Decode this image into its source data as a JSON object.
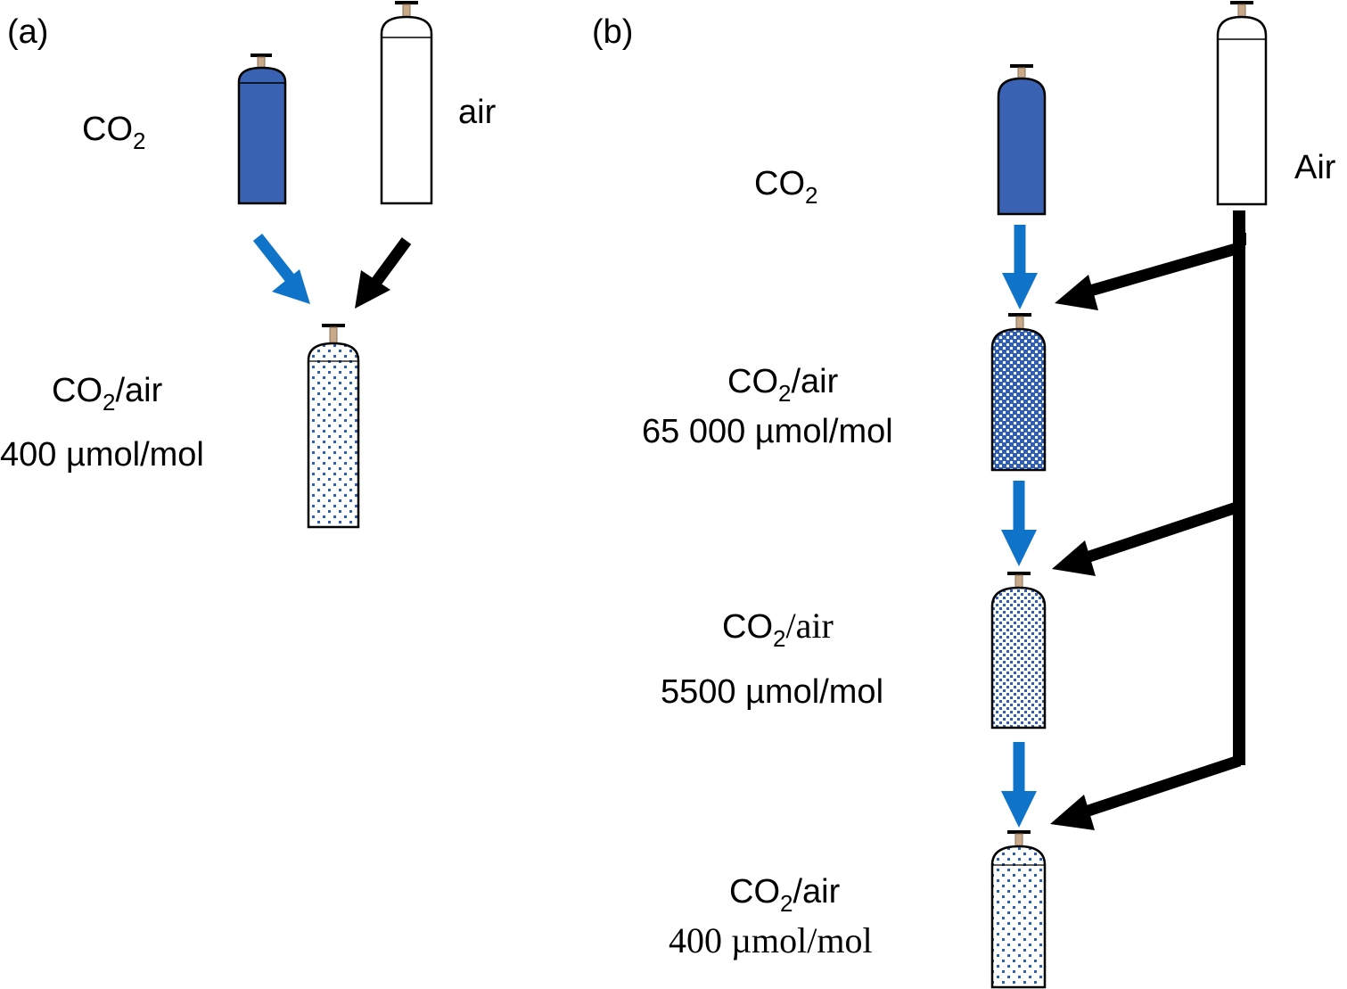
{
  "colors": {
    "co2_blue": "#3a62b3",
    "arrow_blue": "#0f74c9",
    "arrow_black": "#000000",
    "valve_brass": "#c8a989",
    "dot_blue": "#2f5fb3"
  },
  "panel_a": {
    "label": "(a)",
    "co2_label": {
      "main": "CO",
      "sub": "2"
    },
    "air_label": "air",
    "mix_label": {
      "main": "CO",
      "sub": "2",
      "rest": "/air"
    },
    "mix_conc": "400 µmol/mol"
  },
  "panel_b": {
    "label": "(b)",
    "co2_label": {
      "main": "CO",
      "sub": "2"
    },
    "air_label": "Air",
    "stage1": {
      "main": "CO",
      "sub": "2",
      "rest": "/air",
      "conc": "65 000 µmol/mol"
    },
    "stage2": {
      "main": "CO",
      "sub": "2",
      "rest": "/air",
      "conc": "5500 µmol/mol"
    },
    "stage3": {
      "main": "CO",
      "sub": "2",
      "rest": "/air",
      "conc": "400 µmol/mol"
    }
  }
}
